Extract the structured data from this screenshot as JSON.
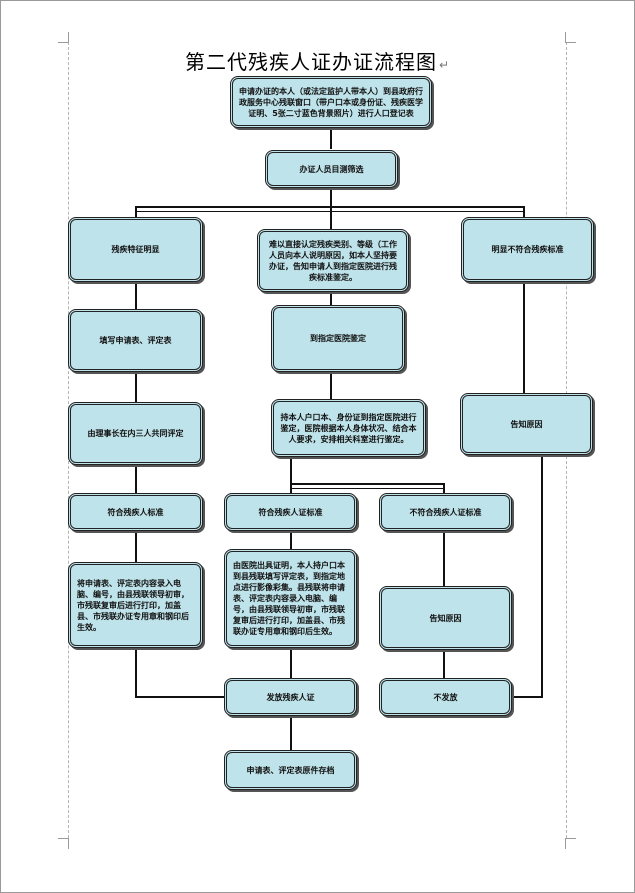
{
  "title": "第二代残疾人证办证流程图",
  "return_mark": "↵",
  "nodes": {
    "apply": "申请办证的本人（或法定监护人带本人）到县政府行政服务中心残联窗口（带户口本或身份证、残疾医学证明、5张二寸蓝色背景照片）进行人口登记表",
    "screening": "办证人员目测筛选",
    "obvious": "残疾特征明显",
    "hard_to_identify": "难以直接认定残疾类别、等级（工作人员向本人说明原因，如本人坚持要办证，告知申请人到指定医院进行残疾标准鉴定。",
    "not_meeting_obvious": "明显不符合残疾标准",
    "fill_forms": "填写申请表、评定表",
    "designated_hospital": "到指定医院鉴定",
    "committee_review": "由理事长在内三人共同评定",
    "hospital_exam": "持本人户口本、身份证到指定医院进行鉴定，医院根据本人身体状况、结合本人要求，安排相关科室进行鉴定。",
    "inform_reason_1": "告知原因",
    "meets_disabled": "符合残疾人标准",
    "meets_cert": "符合残疾人证标准",
    "not_meeting_cert": "不符合残疾人证标准",
    "enter_data_1": "将申请表、评定表内容录入电脑、编号，由县残联领导初审，市残联复审后进行打印，加盖县、市残联办证专用章和钢印后生效。",
    "enter_data_2": "由医院出具证明，本人持户口本到县残联填写评定表，到指定地点进行影像彩集。县残联将申请表、评定表内容录入电脑、编号，由县残联领导初审，市残联复审后进行打印，加盖县、市残联办证专用章和钢印后生效。",
    "inform_reason_2": "告知原因",
    "issue_cert": "发放残疾人证",
    "no_issue": "不发放",
    "archive": "申请表、评定表原件存档"
  }
}
